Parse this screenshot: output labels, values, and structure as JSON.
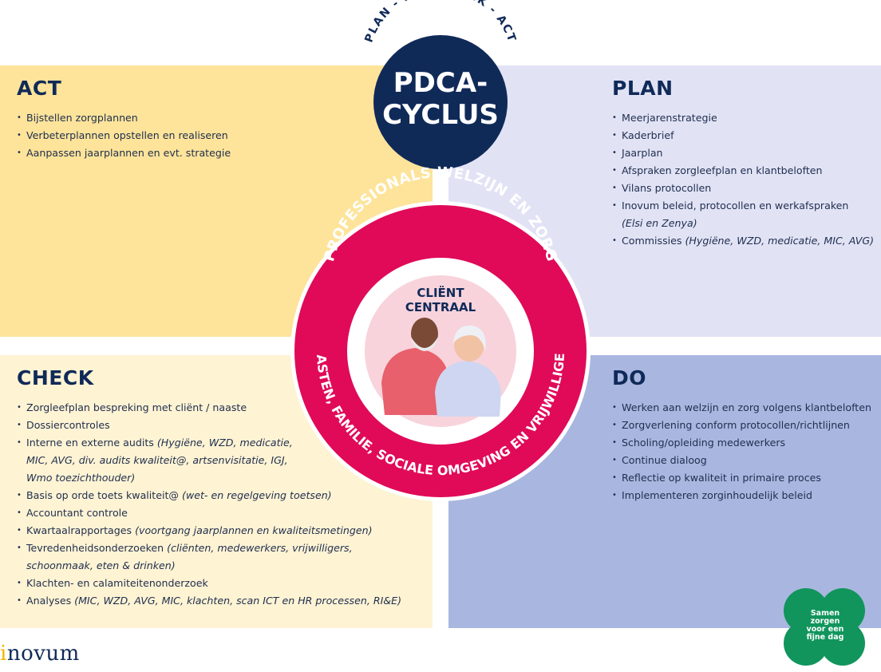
{
  "colors": {
    "act": "#fde49a",
    "plan": "#e1e3f5",
    "check": "#fef3d3",
    "do": "#a9b7e0",
    "navy": "#102a58",
    "ring": "#e00a59",
    "badge": "#11955c"
  },
  "header": {
    "arc_text": "PLAN - DO - CHECK - ACT",
    "title_line1": "PDCA-",
    "title_line2": "CYCLUS"
  },
  "act": {
    "title": "ACT",
    "items": [
      "Bijstellen zorgplannen",
      "Verbeterplannen opstellen en realiseren",
      "Aanpassen jaarplannen en evt. strategie"
    ]
  },
  "plan": {
    "title": "PLAN",
    "items": [
      {
        "text": "Meerjarenstrategie"
      },
      {
        "text": "Kaderbrief"
      },
      {
        "text": "Jaarplan"
      },
      {
        "text": "Afspraken zorgleefplan en klantbeloften"
      },
      {
        "text": "Vilans protocollen"
      },
      {
        "text": "Inovum beleid, protocollen en werkafspraken",
        "line2": "(Elsi en Zenya)"
      },
      {
        "text": "Commissies",
        "sub": "(Hygiëne, WZD, medicatie, MIC, AVG)"
      }
    ]
  },
  "check": {
    "title": "CHECK",
    "items": [
      {
        "text": "Zorgleefplan bespreking met cliënt / naaste"
      },
      {
        "text": "Dossiercontroles"
      },
      {
        "text": "Interne en externe audits",
        "sub": "(Hygiëne, WZD, medicatie,",
        "line2": "MIC, AVG, div. audits kwaliteit@, artsenvisitatie, IGJ,",
        "line3": "Wmo toezichthouder)"
      },
      {
        "text": "Basis op orde toets kwaliteit@",
        "sub": "(wet- en regelgeving toetsen)"
      },
      {
        "text": "Accountant controle"
      },
      {
        "text": "Kwartaalrapportages",
        "sub": "(voortgang jaarplannen en kwaliteitsmetingen)"
      },
      {
        "text": "Tevredenheidsonderzoeken",
        "sub": "(cliënten, medewerkers, vrijwilligers,",
        "line2": "schoonmaak, eten & drinken)"
      },
      {
        "text": "Klachten- en calamiteitenonderzoek"
      },
      {
        "text": "Analyses",
        "sub": "(MIC, WZD, AVG, MIC, klachten, scan ICT en HR processen, RI&E)"
      }
    ]
  },
  "do": {
    "title": "DO",
    "items": [
      "Werken aan welzijn en zorg volgens klantbeloften",
      "Zorgverlening conform protocollen/richtlijnen",
      "Scholing/opleiding medewerkers",
      "Continue dialoog",
      "Reflectie op kwaliteit in primaire proces",
      "Implementeren zorginhoudelijk beleid"
    ]
  },
  "ring": {
    "top_text": "PROFESSIONALS WELZIJN EN ZORG",
    "bottom_text": "NAASTEN, FAMILIE, SOCIALE OMGEVING EN VRIJWILLIGERS",
    "center_line1": "CLIËNT",
    "center_line2": "CENTRAAL"
  },
  "brand": {
    "dot": "i",
    "name": "novum"
  },
  "badge": {
    "line1": "Samen",
    "line2": "zorgen",
    "line3": "voor een",
    "line4": "fijne dag"
  }
}
